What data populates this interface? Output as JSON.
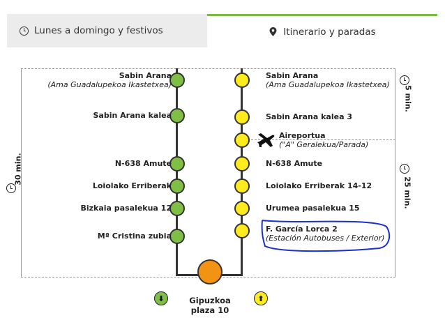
{
  "tabs": [
    {
      "label": "Lunes a domingo y festivos",
      "icon": "clock-icon",
      "active": false
    },
    {
      "label": "Itinerario y paradas",
      "icon": "map-pin-icon",
      "active": true
    }
  ],
  "colors": {
    "accent": "#7dbb42",
    "line_green": "#7fbf45",
    "line_yellow": "#ffec1e",
    "terminal": "#f39314",
    "annotation": "#1a2fd0"
  },
  "left_duration": "30 min.",
  "right_durations": [
    "5 min.",
    "25 min."
  ],
  "left_stops": [
    {
      "name": "Sabin Arana",
      "sub": "(Ama Guadalupekoa Ikastetxea)"
    },
    {
      "name": "Sabin Arana kalea",
      "sub": ""
    },
    {
      "name": "N-638 Amute",
      "sub": ""
    },
    {
      "name": "Loiolako Erriberak",
      "sub": ""
    },
    {
      "name": "Bizkaia pasalekua 12",
      "sub": ""
    },
    {
      "name": "Mª Cristina zubia",
      "sub": ""
    }
  ],
  "right_stops": [
    {
      "name": "Sabin Arana",
      "sub": "(Ama Guadalupekoa Ikastetxea)"
    },
    {
      "name": "Sabin Arana kalea 3",
      "sub": ""
    },
    {
      "name": "Aireportua",
      "sub": "(\"A\" Geralekua/Parada)"
    },
    {
      "name": "N-638 Amute",
      "sub": ""
    },
    {
      "name": "Loiolako Erriberak 14-12",
      "sub": ""
    },
    {
      "name": "Urumea pasalekua  15",
      "sub": ""
    },
    {
      "name": "F. García Lorca 2",
      "sub": "(Estación Autobuses / Exterior)"
    }
  ],
  "terminal": {
    "line1": "Gipuzkoa",
    "line2": "plaza 10"
  },
  "direction_icons": [
    "arrow-down-icon",
    "arrow-up-icon"
  ]
}
